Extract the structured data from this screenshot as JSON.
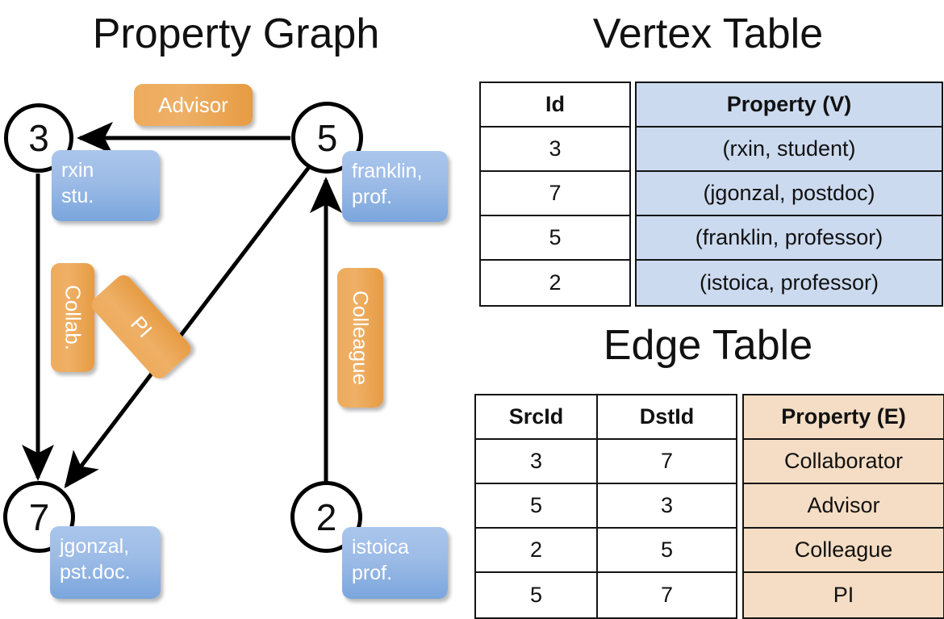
{
  "titles": {
    "property_graph": "Property Graph",
    "vertex_table": "Vertex Table",
    "edge_table": "Edge Table"
  },
  "graph": {
    "nodes": [
      {
        "id": "3",
        "label_line1": "rxin",
        "label_line2": "stu."
      },
      {
        "id": "5",
        "label_line1": "franklin,",
        "label_line2": "prof."
      },
      {
        "id": "7",
        "label_line1": "jgonzal,",
        "label_line2": "pst.doc."
      },
      {
        "id": "2",
        "label_line1": "istoica",
        "label_line2": "prof."
      }
    ],
    "edge_labels": [
      {
        "name": "advisor",
        "text": "Advisor"
      },
      {
        "name": "collab",
        "text": "Collab."
      },
      {
        "name": "pi",
        "text": "PI"
      },
      {
        "name": "colleague",
        "text": "Colleague"
      }
    ]
  },
  "vertex_table": {
    "columns": [
      "Id",
      "Property (V)"
    ],
    "rows": [
      {
        "id": "3",
        "property": "(rxin, student)"
      },
      {
        "id": "7",
        "property": "(jgonzal, postdoc)"
      },
      {
        "id": "5",
        "property": "(franklin, professor)"
      },
      {
        "id": "2",
        "property": "(istoica, professor)"
      }
    ]
  },
  "edge_table": {
    "columns": [
      "SrcId",
      "DstId",
      "Property (E)"
    ],
    "rows": [
      {
        "src": "3",
        "dst": "7",
        "property": "Collaborator"
      },
      {
        "src": "5",
        "dst": "3",
        "property": "Advisor"
      },
      {
        "src": "2",
        "dst": "5",
        "property": "Colleague"
      },
      {
        "src": "5",
        "dst": "7",
        "property": "PI"
      }
    ]
  },
  "colors": {
    "vertex_property_fill": "#ccdaef",
    "edge_property_fill": "#f4ddc4",
    "node_box_blue": "#9cbbe6",
    "edge_label_orange": "#eaa css"
  }
}
